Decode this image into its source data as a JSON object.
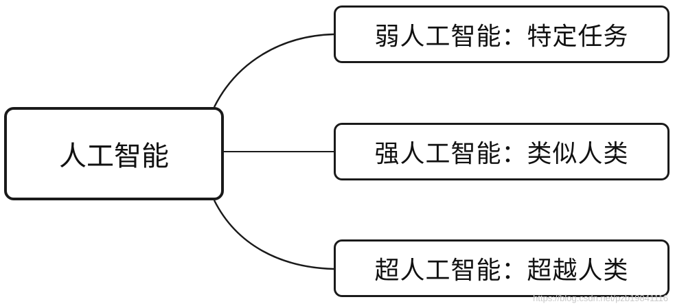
{
  "root": {
    "label": "人工智能"
  },
  "branches": [
    {
      "label": "弱人工智能：特定任务"
    },
    {
      "label": "强人工智能：类似人类"
    },
    {
      "label": "超人工智能：超越人类"
    }
  ],
  "watermark": "https://blog.csdn.net/pzb19841116",
  "colors": {
    "border": "#1a1a1a",
    "text": "#111111",
    "background": "#ffffff",
    "watermark": "#c8c8c8"
  }
}
